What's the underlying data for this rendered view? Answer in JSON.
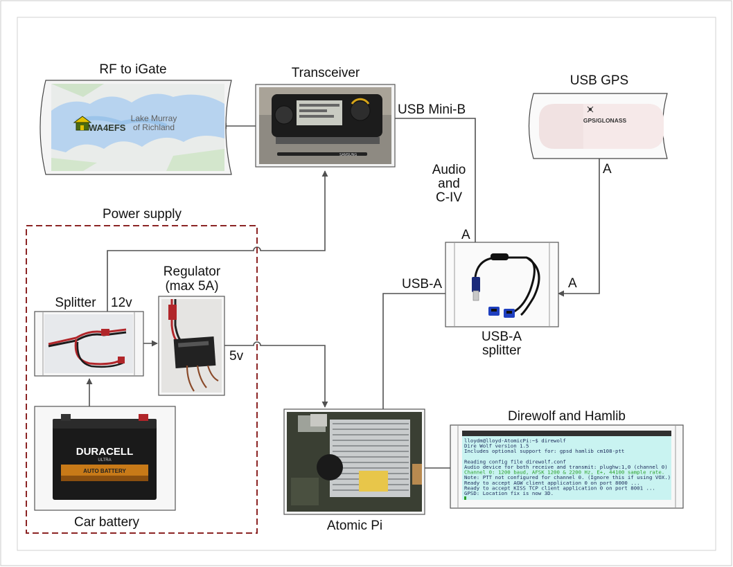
{
  "labels": {
    "rf_to_igate": "RF to iGate",
    "transceiver": "Transceiver",
    "usb_gps": "USB GPS",
    "usb_mini_b": "USB Mini-B",
    "audio": "Audio",
    "and": "and",
    "civ": "C-IV",
    "a_top": "A",
    "a_gps": "A",
    "a_right": "A",
    "usb_a": "USB-A",
    "splitter_usb_1": "USB-A",
    "splitter_usb_2": "splitter",
    "power_supply": "Power supply",
    "splitter": "Splitter",
    "v12": "12v",
    "regulator_1": "Regulator",
    "regulator_2": "(max 5A)",
    "v5": "5v",
    "car_battery": "Car battery",
    "atomic_pi": "Atomic Pi",
    "direwolf": "Direwolf and Hamlib"
  },
  "map": {
    "callsign": "WA4EFS",
    "place_1": "Lake Murray",
    "place_2": "of Richland"
  },
  "gps_device": {
    "text": "GPS/GLONASS"
  },
  "battery": {
    "brand": "DURACELL",
    "sub": "ULTRA",
    "type": "AUTO BATTERY"
  },
  "radio": {
    "brand": "SAMSUNG"
  },
  "terminal": {
    "lines": [
      "lloydm@lloyd-AtomicPi:~$ direwolf",
      "Dire Wolf version 1.5",
      "Includes optional support for:  gpsd hamlib cm108-ptt",
      "",
      "Reading config file direwolf.conf",
      "Audio device for both receive and transmit: plughw:1,0  (channel 0)",
      "Channel 0: 1200 baud, AFSK 1200 & 2200 Hz, E+, 44100 sample rate.",
      "Note: PTT not configured for channel 0. (Ignore this if using VOX.)",
      "Ready to accept AGW client application 0 on port 8000 ...",
      "Ready to accept KISS TCP client application 0 on port 8001 ...",
      "GPSD: Location fix is now 3D."
    ],
    "highlight_line": 6
  },
  "colors": {
    "dashed_box": "#8b2323",
    "line": "#505050",
    "terminal_bg": "#c9f3f1",
    "terminal_highlight": "#2aa02a"
  }
}
